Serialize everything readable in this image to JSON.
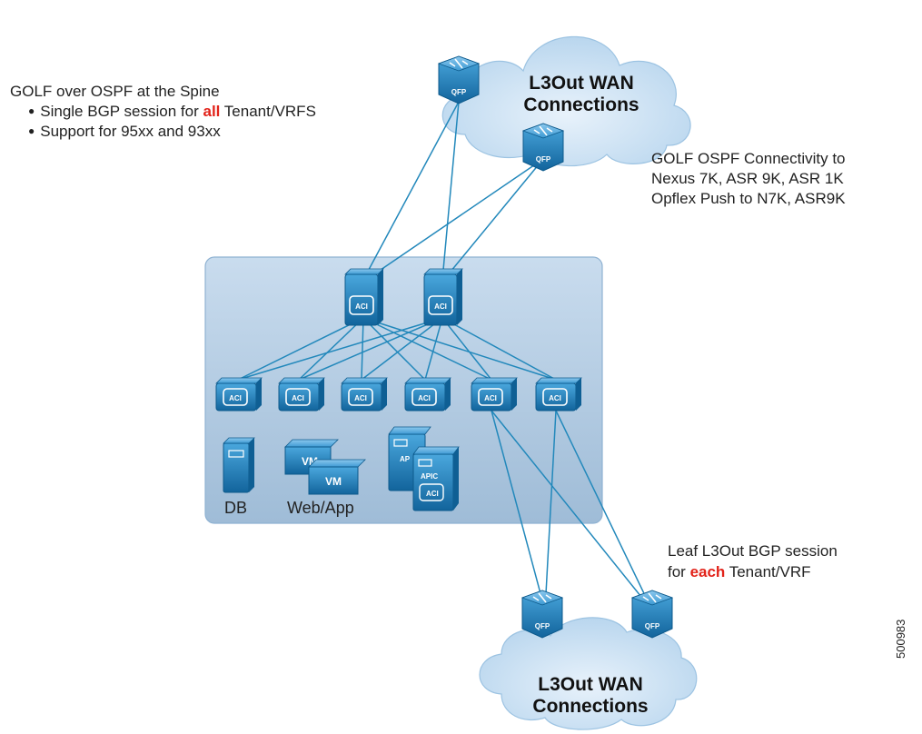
{
  "top_left_note": {
    "heading": "GOLF over OSPF at the Spine",
    "bullet1_pre": "Single BGP session for ",
    "bullet1_em": "all",
    "bullet1_post": " Tenant/VRFS",
    "bullet2": "Support for 95xx and 93xx"
  },
  "top_right_note": {
    "line1": "GOLF OSPF Connectivity to",
    "line2": "Nexus 7K, ASR 9K, ASR 1K",
    "line3": "Opflex Push to N7K, ASR9K"
  },
  "bottom_right_note": {
    "line1": "Leaf L3Out BGP session",
    "line2_pre": "for ",
    "line2_em": "each",
    "line2_post": " Tenant/VRF"
  },
  "top_cloud": {
    "line1": "L3Out WAN",
    "line2": "Connections"
  },
  "bottom_cloud": {
    "line1": "L3Out WAN",
    "line2": "Connections"
  },
  "router_label": "QFP",
  "switch_label": "ACI",
  "vm_label": "VM",
  "apic_label": "APIC",
  "apic_back_label": "AP",
  "labels": {
    "db": "DB",
    "webapp": "Web/App"
  },
  "figure_number": "500983",
  "colors": {
    "device_blue": "#1f87c5",
    "device_dark": "#0f5f94",
    "cloud": "#cfe4f4",
    "fabric_bg": "#bcd2e6",
    "link": "#2288bb",
    "emphasis": "#e2231a"
  }
}
